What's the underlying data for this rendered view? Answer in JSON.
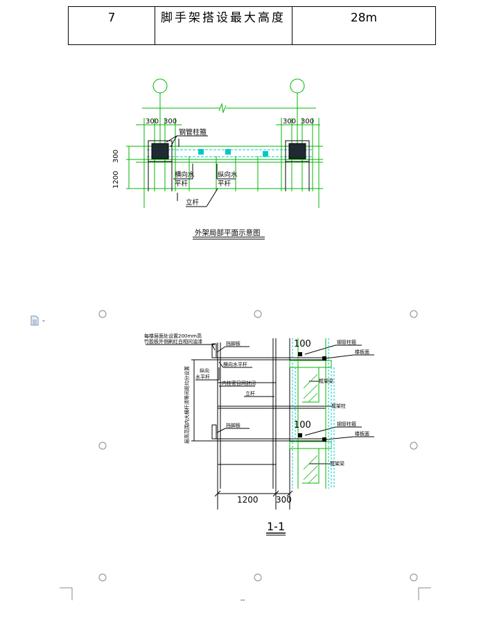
{
  "table_row": {
    "index": "7",
    "item": "脚手架搭设最大高度",
    "value": "28m"
  },
  "plan": {
    "title": "外架局部平面示意图",
    "dims_top": [
      "300",
      "300",
      "300",
      "300"
    ],
    "dims_left": [
      "300",
      "1200"
    ],
    "labels": {
      "steel_hoop": "钢管柱箍",
      "transverse_1": "横向水",
      "transverse_2": "平杆",
      "longitudinal_1": "纵向水",
      "longitudinal_2": "平杆",
      "upright": "立杆"
    }
  },
  "section": {
    "title": "1-1",
    "note_1": "每楼层面处设置200mm高",
    "note_2": "竹胶板外侧刷红白相间油漆",
    "side_note": "层高范围内大横杆须等间距均分设置",
    "labels": {
      "toe_board_1": "挡脚板",
      "toe_board_2": "挡脚板",
      "longitudinal_1": "纵向",
      "longitudinal_2": "水平杆",
      "transverse": "横向水平杆",
      "safety_net": "内挂密目网封闭",
      "upright": "立杆",
      "steel_hoop_1": "钢管柱箍",
      "steel_hoop_2": "钢管柱箍",
      "slab_1": "楼板面",
      "slab_2": "楼板面",
      "beam_1": "框架梁",
      "beam_2": "框架梁",
      "column": "框架柱"
    },
    "dims": [
      "100",
      "100",
      "1200",
      "300"
    ]
  },
  "footer": {
    "page_mark": "--"
  },
  "colors": {
    "green": "#00b400",
    "cyan": "#00c8c8",
    "dark_fill": "#1f2a33",
    "marker": "#888888"
  }
}
